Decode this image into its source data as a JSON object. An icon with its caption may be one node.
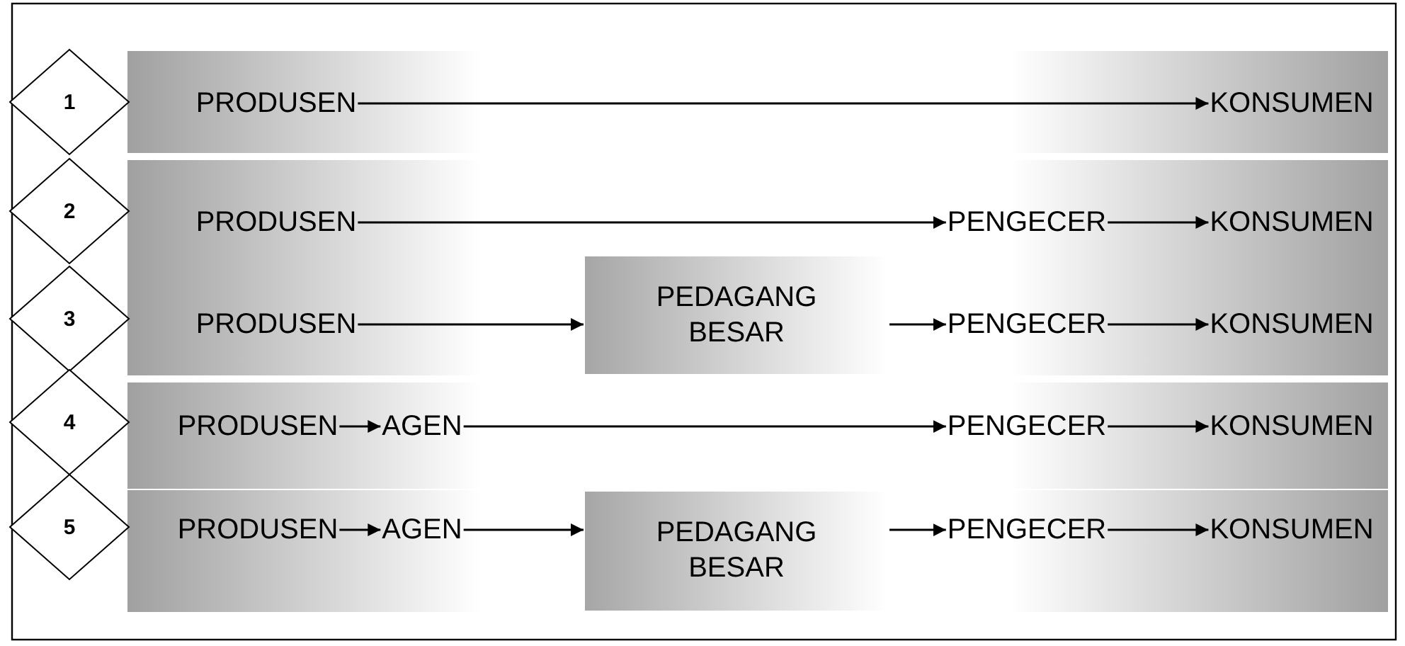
{
  "diagram": {
    "nodes": [
      {
        "text": [
          "1"
        ]
      },
      {
        "text": [],
        "shape": "bar"
      },
      {
        "text": [
          "PRODUSEN"
        ],
        "in": 1
      },
      {
        "text": [
          "KONSUMEN"
        ],
        "in": 1
      },
      {
        "text": [
          "2"
        ]
      },
      {
        "text": [],
        "shape": "bar"
      },
      {
        "text": [
          "PRODUSEN"
        ],
        "in": 5
      },
      {
        "text": [
          "PENGECER"
        ],
        "in": 5
      },
      {
        "text": [
          "KONSUMEN"
        ],
        "in": 5
      },
      {
        "text": [
          "3"
        ]
      },
      {
        "text": [],
        "shape": "bar"
      },
      {
        "text": [
          "PRODUSEN"
        ],
        "in": 10
      },
      {
        "text": [
          "PEDAGANG BESAR"
        ],
        "in": 10
      },
      {
        "text": [
          "PENGECER"
        ],
        "in": 10
      },
      {
        "text": [
          "KONSUMEN"
        ],
        "in": 10
      },
      {
        "text": [
          "4"
        ]
      },
      {
        "text": [],
        "shape": "bar"
      },
      {
        "text": [
          "PRODUSEN"
        ],
        "in": 16
      },
      {
        "text": [
          "AGEN"
        ],
        "in": 16
      },
      {
        "text": [
          "PENGECER"
        ],
        "in": 16
      },
      {
        "text": [
          "KONSUMEN"
        ],
        "in": 16
      },
      {
        "text": [
          "5"
        ]
      },
      {
        "text": [],
        "shape": "bar"
      },
      {
        "text": [
          "PRODUSEN"
        ],
        "in": 22
      },
      {
        "text": [
          "AGEN"
        ],
        "in": 22
      },
      {
        "text": [
          "PEDAGANG BESAR"
        ],
        "in": 22
      },
      {
        "text": [
          "PENGECER"
        ],
        "in": 22
      },
      {
        "text": [
          "KONSUMEN"
        ],
        "in": 22
      }
    ],
    "edges": [
      {
        "from": 2,
        "to": 3,
        "arrow": "to"
      },
      {
        "from": 6,
        "to": 7,
        "arrow": "to"
      },
      {
        "from": 7,
        "to": 8,
        "arrow": "to"
      },
      {
        "from": 11,
        "to": 12,
        "arrow": "to"
      },
      {
        "from": 12,
        "to": 13,
        "arrow": "to"
      },
      {
        "from": 13,
        "to": 14,
        "arrow": "to"
      },
      {
        "from": 17,
        "to": 18,
        "arrow": "to"
      },
      {
        "from": 18,
        "to": 19,
        "arrow": "to"
      },
      {
        "from": 19,
        "to": 20,
        "arrow": "to"
      },
      {
        "from": 23,
        "to": 24,
        "arrow": "to"
      },
      {
        "from": 24,
        "to": 25,
        "arrow": "to"
      },
      {
        "from": 25,
        "to": 26,
        "arrow": "to"
      },
      {
        "from": 26,
        "to": 27,
        "arrow": "to"
      }
    ]
  }
}
